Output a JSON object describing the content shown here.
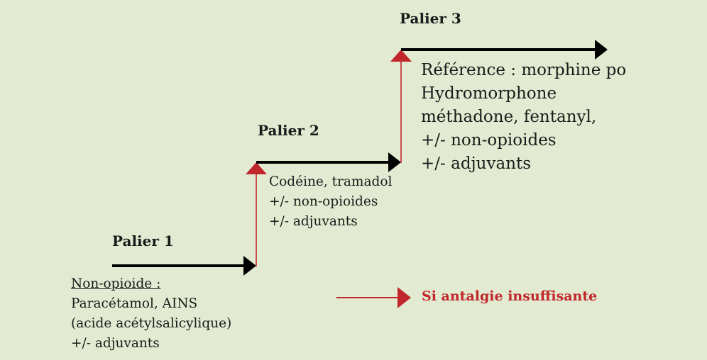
{
  "colors": {
    "background": "#e2ebd1",
    "step_arrow": "#000000",
    "escalation_arrow": "#c0262b",
    "legend_text": "#c0262b"
  },
  "steps": [
    {
      "title": "Palier 1",
      "heading": "Non-opioide :",
      "lines": [
        "Paracétamol, AINS",
        "(acide acétylsalicylique)",
        "+/- adjuvants"
      ]
    },
    {
      "title": "Palier 2",
      "lines": [
        "Codéine, tramadol",
        "+/- non-opioides",
        "+/- adjuvants"
      ]
    },
    {
      "title": "Palier 3",
      "lines": [
        "Référence : morphine po",
        "Hydromorphone",
        "méthadone, fentanyl,",
        "+/- non-opioides",
        "+/- adjuvants"
      ]
    }
  ],
  "legend": {
    "label": "Si antalgie insuffisante"
  }
}
